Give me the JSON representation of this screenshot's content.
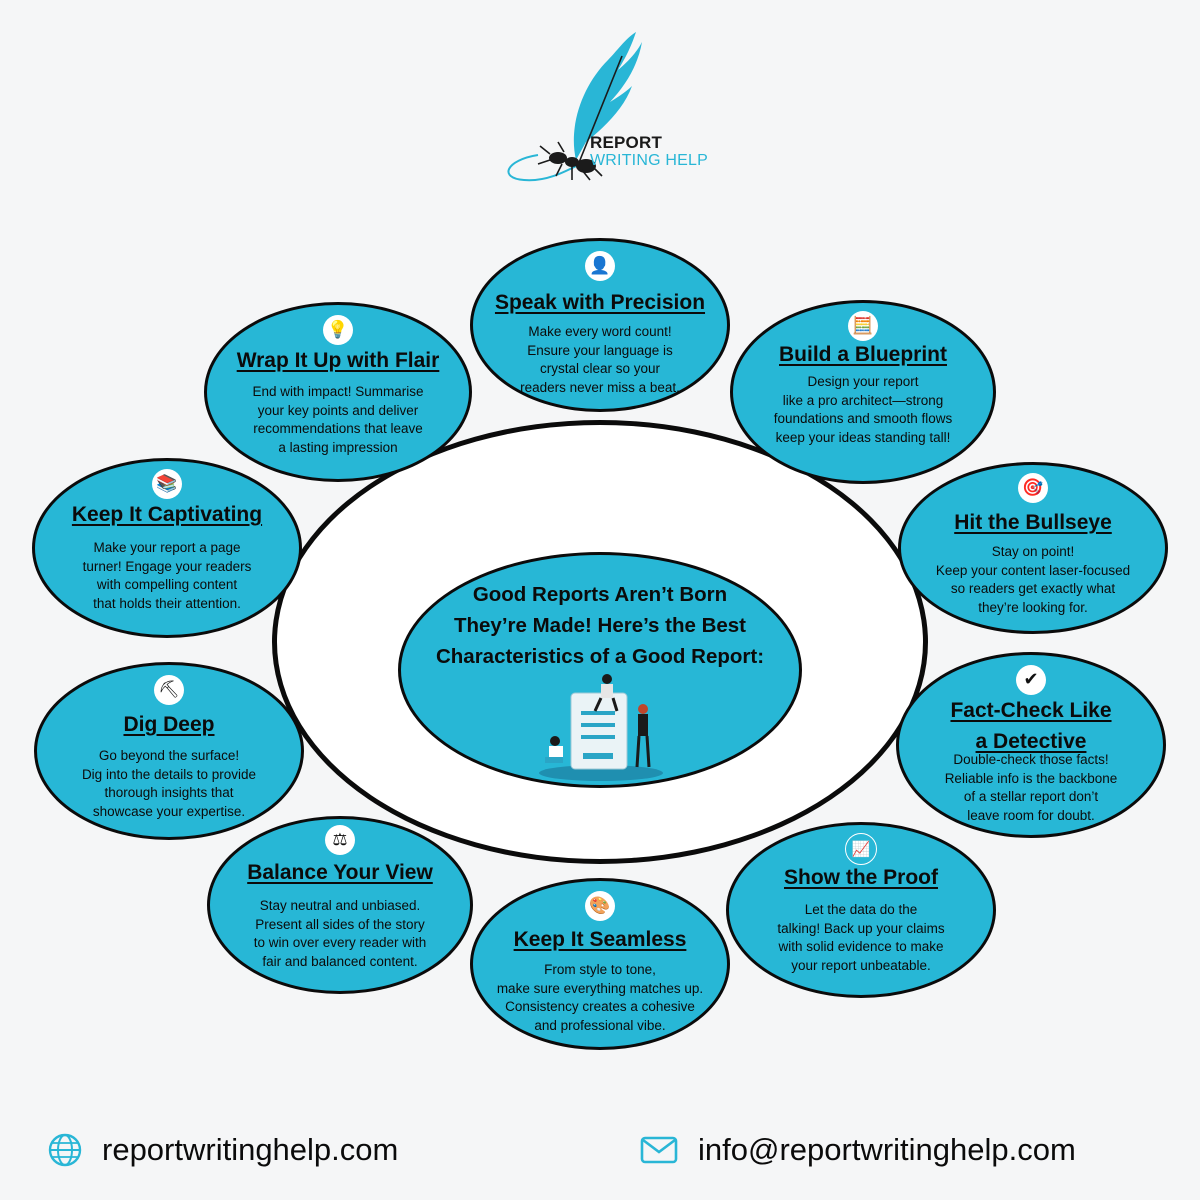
{
  "logo": {
    "line1": "REPORT",
    "line2": "WRITING HELP",
    "icon": "quill-ant-logo"
  },
  "center": {
    "heading": "Good Reports Aren’t Born\nThey’re Made! Here’s the Best\nCharacteristics of a Good Report:",
    "illustration": "people-report-illustration"
  },
  "colors": {
    "bubble": "#27b7d6",
    "outline": "#0b0b0b",
    "ring_fill": "#ffffff",
    "background": "#f5f6f7",
    "accent": "#29b6d6"
  },
  "items": [
    {
      "title": "Speak with Precision",
      "icon": "person-icon",
      "body": "Make every word count!\nEnsure your language is\ncrystal clear so your\nreaders never miss a beat."
    },
    {
      "title": "Build a Blueprint",
      "icon": "calculator-icon",
      "body": "Design your report\nlike a pro architect—strong\nfoundations and smooth flows\nkeep your ideas standing tall!"
    },
    {
      "title": "Hit the Bullseye",
      "icon": "target-icon",
      "body": "Stay on point!\nKeep your content laser-focused\nso readers get exactly what\nthey’re looking for."
    },
    {
      "title": "Fact-Check Like\na Detective",
      "icon": "checkmark-icon",
      "body": "Double-check those facts!\nReliable info is the backbone\nof a stellar report don’t\nleave room for doubt."
    },
    {
      "title": "Show the Proof",
      "icon": "chart-icon",
      "body": "Let the data do the\ntalking! Back up your claims\nwith solid evidence to make\nyour report unbeatable."
    },
    {
      "title": "Keep It Seamless",
      "icon": "palette-icon",
      "body": "From style to tone,\nmake sure everything matches up.\nConsistency creates a cohesive\nand professional vibe."
    },
    {
      "title": "Balance Your View",
      "icon": "scales-icon",
      "body": "Stay neutral and unbiased.\nPresent all sides of the story\nto win over every reader with\nfair and balanced content."
    },
    {
      "title": "Dig Deep",
      "icon": "shovel-icon",
      "body": "Go beyond the surface!\nDig into the details to provide\nthorough insights that\nshowcase your expertise."
    },
    {
      "title": "Keep It Captivating",
      "icon": "books-icon",
      "body": "Make your report a page\nturner! Engage your readers\nwith compelling content\nthat holds their attention."
    },
    {
      "title": "Wrap It Up with Flair",
      "icon": "lightbulb-icon",
      "body": "End with impact! Summarise\nyour key points and deliver\nrecommendations that leave\na lasting impression"
    }
  ],
  "footer": {
    "website": "reportwritinghelp.com",
    "email": "info@reportwritinghelp.com",
    "website_icon": "globe-icon",
    "email_icon": "envelope-icon"
  }
}
